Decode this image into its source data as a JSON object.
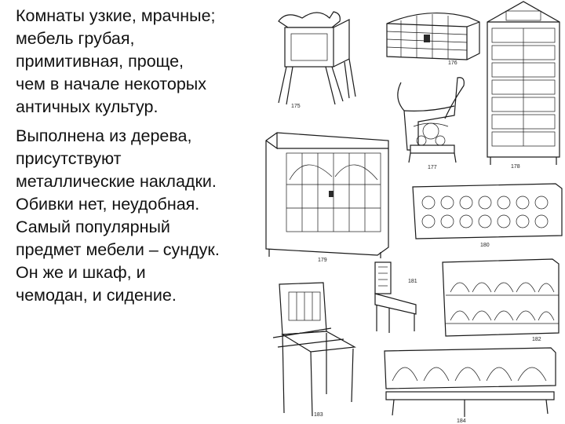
{
  "paragraph1": [
    "Комнаты узкие, мрачные;",
    "мебель грубая,",
    "примитивная, проще,",
    "чем в начале некоторых",
    "античных культур."
  ],
  "paragraph2": [
    "Выполнена из дерева,",
    "присутствуют",
    "металлические накладки.",
    "Обивки нет, неудобная.",
    "Самый популярный",
    "предмет мебели – сундук.",
    "Он же и шкаф, и",
    "чемодан, и сидение."
  ],
  "figures": {
    "f175": "175",
    "f176": "176",
    "f177": "177",
    "f178": "178",
    "f179": "179",
    "f180": "180",
    "f181": "181",
    "f182": "182",
    "f183": "183",
    "f184": "184"
  }
}
